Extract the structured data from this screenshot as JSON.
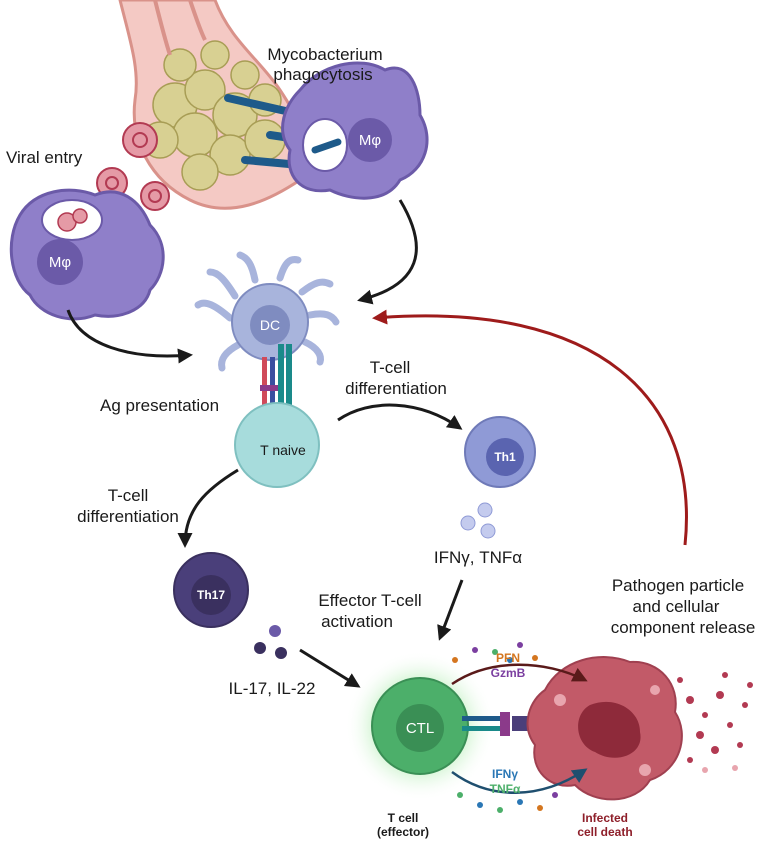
{
  "labels": {
    "mycobacterium_line1": "Mycobacterium",
    "mycobacterium_line2": "phagocytosis",
    "viral_entry": "Viral entry",
    "macrophage": "Mφ",
    "dc": "DC",
    "ag_presentation": "Ag presentation",
    "t_naive": "T naive",
    "tcell_diff_right_line1": "T-cell",
    "tcell_diff_right_line2": "differentiation",
    "tcell_diff_left_line1": "T-cell",
    "tcell_diff_left_line2": "differentiation",
    "th1": "Th1",
    "th17": "Th17",
    "ifng_tnfa": "IFNγ, TNFα",
    "effector_line1": "Effector T-cell",
    "effector_line2": "activation",
    "il17_il22": "IL-17, IL-22",
    "pathogen_line1": "Pathogen particle",
    "pathogen_line2": "and cellular",
    "pathogen_line3": "component release",
    "pfn": "PFN",
    "gzmb": "GzmB",
    "ctl": "CTL",
    "ifng": "IFNγ",
    "tnfa": "TNFα",
    "tcell_effector_line1": "T cell",
    "tcell_effector_line2": "(effector)",
    "infected_line1": "Infected",
    "infected_line2": "cell death"
  },
  "colors": {
    "macrophage": "#8f7fc9",
    "dc": "#a8b4dc",
    "t_naive": "#a7dcdc",
    "th1": "#8f9ad6",
    "th17": "#4a3f7a",
    "ctl": "#4caf6a",
    "infected": "#c25a68",
    "feedback_arrow": "#9e1b1b",
    "pfn": "#d4761f",
    "gzmb": "#7b3fa0",
    "ifng": "#2a77b5",
    "tnfa": "#4caf6a",
    "infected_label": "#8e1f2a"
  }
}
